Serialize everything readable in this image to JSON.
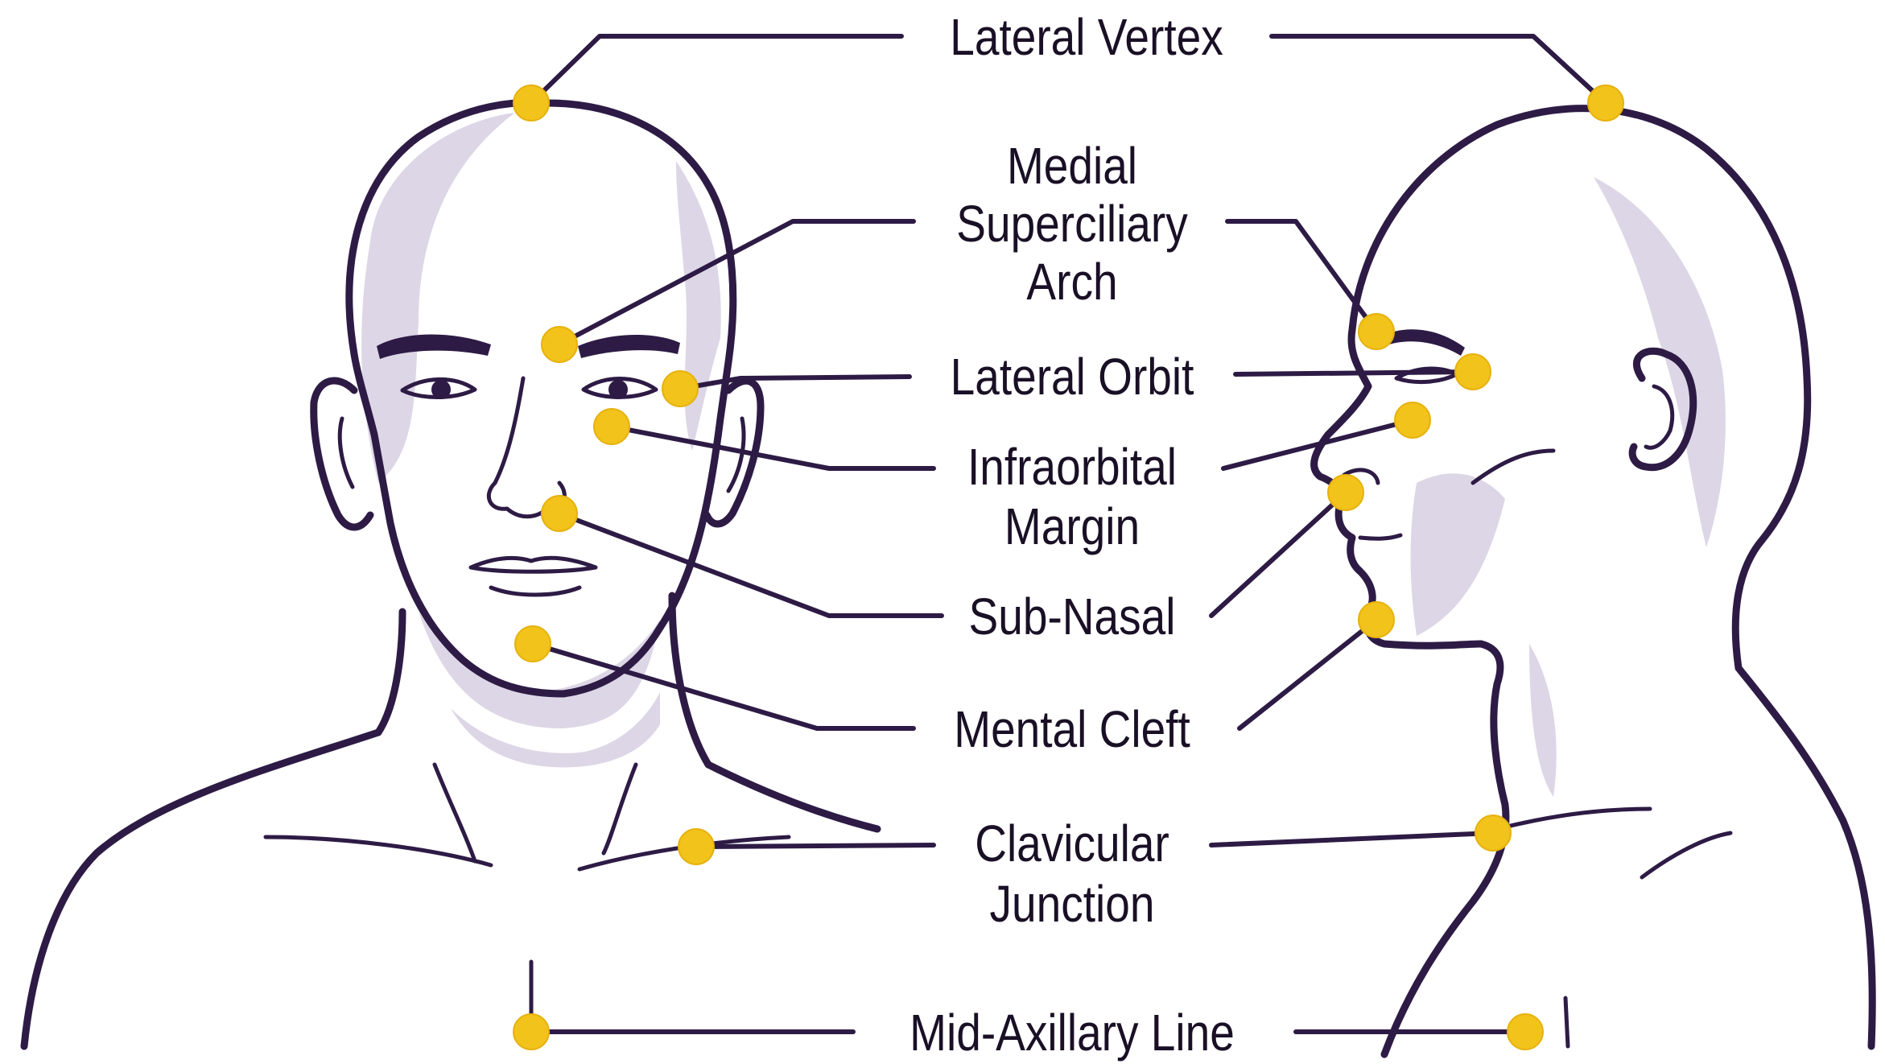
{
  "labels": {
    "lateral_vertex": "Lateral Vertex",
    "medial_superciliary_arch": [
      "Medial",
      "Superciliary",
      "Arch"
    ],
    "lateral_orbit": "Lateral Orbit",
    "infraorbital_margin": [
      "Infraorbital",
      "Margin"
    ],
    "sub_nasal": "Sub-Nasal",
    "mental_cleft": "Mental Cleft",
    "clavicular_junction": [
      "Clavicular",
      "Junction"
    ],
    "mid_axillary_line": "Mid-Axillary Line"
  },
  "colors": {
    "outline": "#2d1b45",
    "shade": "#ddd6e6",
    "marker": "#f2c31b",
    "text": "#1a1026",
    "background": "#ffffff"
  }
}
